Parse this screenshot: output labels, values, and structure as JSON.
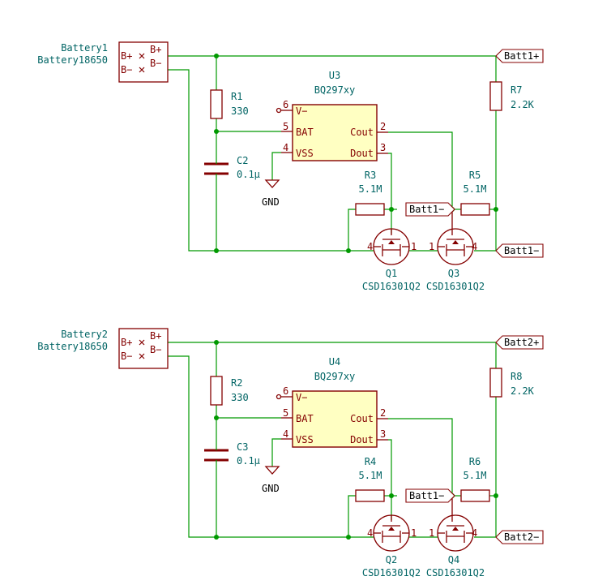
{
  "channels": [
    {
      "battery": {
        "ref": "Battery1",
        "value": "Battery18650",
        "pin_plus": "B+",
        "pin_minus": "B−",
        "pin_plus_name": "B+",
        "pin_minus_name": "B−"
      },
      "r_top": {
        "ref": "R1",
        "value": "330"
      },
      "cap": {
        "ref": "C2",
        "value": "0.1µ"
      },
      "ic": {
        "ref": "U3",
        "value": "BQ297xy",
        "pins": {
          "vminus": "V−",
          "bat": "BAT",
          "vss": "VSS",
          "cout": "Cout",
          "dout": "Dout",
          "n6": "6",
          "n5": "5",
          "n4": "4",
          "n2": "2",
          "n3": "3"
        }
      },
      "gnd": "GND",
      "r_gate": {
        "ref": "R3",
        "value": "5.1M"
      },
      "r_gate2": {
        "ref": "R5",
        "value": "5.1M"
      },
      "r_pull": {
        "ref": "R7",
        "value": "2.2K"
      },
      "q_left": {
        "ref": "Q1",
        "value": "CSD16301Q2",
        "pin_l": "4",
        "pin_r": "1"
      },
      "q_right": {
        "ref": "Q3",
        "value": "CSD16301Q2",
        "pin_l": "1",
        "pin_r": "4"
      },
      "label_plus": "Batt1+",
      "label_minus": "Batt1−",
      "label_local": "Batt1−"
    },
    {
      "battery": {
        "ref": "Battery2",
        "value": "Battery18650",
        "pin_plus": "B+",
        "pin_minus": "B−",
        "pin_plus_name": "B+",
        "pin_minus_name": "B−"
      },
      "r_top": {
        "ref": "R2",
        "value": "330"
      },
      "cap": {
        "ref": "C3",
        "value": "0.1µ"
      },
      "ic": {
        "ref": "U4",
        "value": "BQ297xy",
        "pins": {
          "vminus": "V−",
          "bat": "BAT",
          "vss": "VSS",
          "cout": "Cout",
          "dout": "Dout",
          "n6": "6",
          "n5": "5",
          "n4": "4",
          "n2": "2",
          "n3": "3"
        }
      },
      "gnd": "GND",
      "r_gate": {
        "ref": "R4",
        "value": "5.1M"
      },
      "r_gate2": {
        "ref": "R6",
        "value": "5.1M"
      },
      "r_pull": {
        "ref": "R8",
        "value": "2.2K"
      },
      "q_left": {
        "ref": "Q2",
        "value": "CSD16301Q2",
        "pin_l": "4",
        "pin_r": "1"
      },
      "q_right": {
        "ref": "Q4",
        "value": "CSD16301Q2",
        "pin_l": "1",
        "pin_r": "4"
      },
      "label_plus": "Batt2+",
      "label_minus": "Batt2−",
      "label_local": "Batt1−"
    }
  ],
  "colors": {
    "wire": "#009900",
    "part": "#840000",
    "ic_fill": "#ffffc2",
    "ref_text": "#006464"
  }
}
